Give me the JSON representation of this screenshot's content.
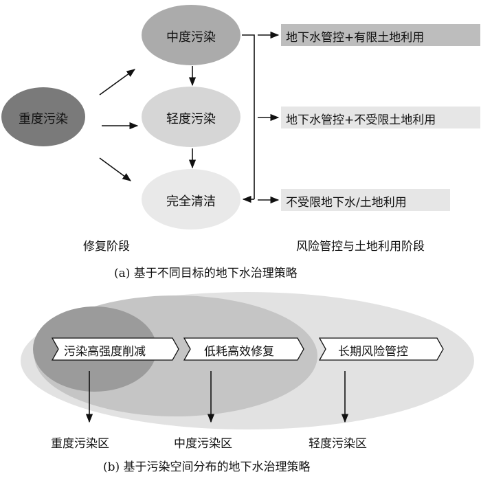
{
  "panel_a": {
    "nodes": {
      "heavy": "重度污染",
      "moderate": "中度污染",
      "light": "轻度污染",
      "clean": "完全清洁"
    },
    "outcomes": [
      "地下水管控+有限土地利用",
      "地下水管控+不受限土地利用",
      "不受限地下水/土地利用"
    ],
    "phase_left": "修复阶段",
    "phase_right": "风险管控与土地利用阶段",
    "caption": "(a)  基于不同目标的地下水治理策略"
  },
  "panel_b": {
    "steps": [
      "污染高强度削减",
      "低耗高效修复",
      "长期风险管控"
    ],
    "zones": [
      "重度污染区",
      "中度污染区",
      "轻度污染区"
    ],
    "caption": "(b)  基于污染空间分布的地下水治理策略"
  },
  "colors": {
    "heavy": "#7a7a7a",
    "moderate": "#ababab",
    "light": "#d6d6d6",
    "clean": "#e9e9e9",
    "out_box_dark": "#bdbdbd",
    "out_box_light": "#e6e6e6"
  }
}
